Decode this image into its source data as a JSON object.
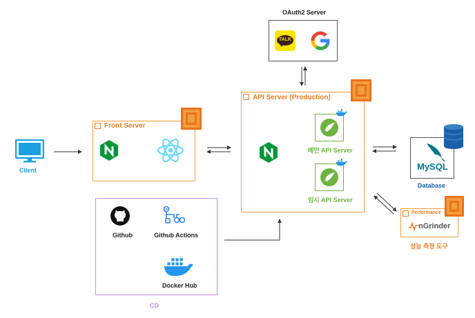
{
  "nodes": {
    "client": "Client",
    "front_server": "Front Server",
    "api_server": "API Server (Production)",
    "oauth2": "OAuth2 Server",
    "kakao_talk": "TALK",
    "main_api": "메인 API Server",
    "temp_api": "임시 API Server",
    "database": "Database",
    "mysql_logo": "MySQL",
    "performance_tag": "Performance",
    "ngrinder_logo": "nGrinder",
    "perf_tool": "성능 측정 도구",
    "github": "Github",
    "github_actions": "Github Actions",
    "docker_hub": "Docker Hub",
    "cd": "CD"
  },
  "colors": {
    "aws_orange": "#f39c3c",
    "tag_orange": "#e67e22",
    "client_blue": "#1ba1e2",
    "nginx_green": "#009639",
    "react_blue": "#61dafb",
    "spring_green": "#6db33f",
    "cd_purple": "#c58cf0",
    "docker_blue": "#2496ed",
    "mysql_blue": "#00758f",
    "db_blue": "#1a5fa8"
  },
  "icons": [
    "monitor-icon",
    "nginx-icon",
    "react-icon",
    "spring-icon",
    "docker-icon",
    "github-icon",
    "github-actions-icon",
    "mysql-icon",
    "database-cylinder-icon",
    "aws-ec2-icon",
    "kakao-talk-icon",
    "google-icon",
    "ngrinder-icon"
  ]
}
